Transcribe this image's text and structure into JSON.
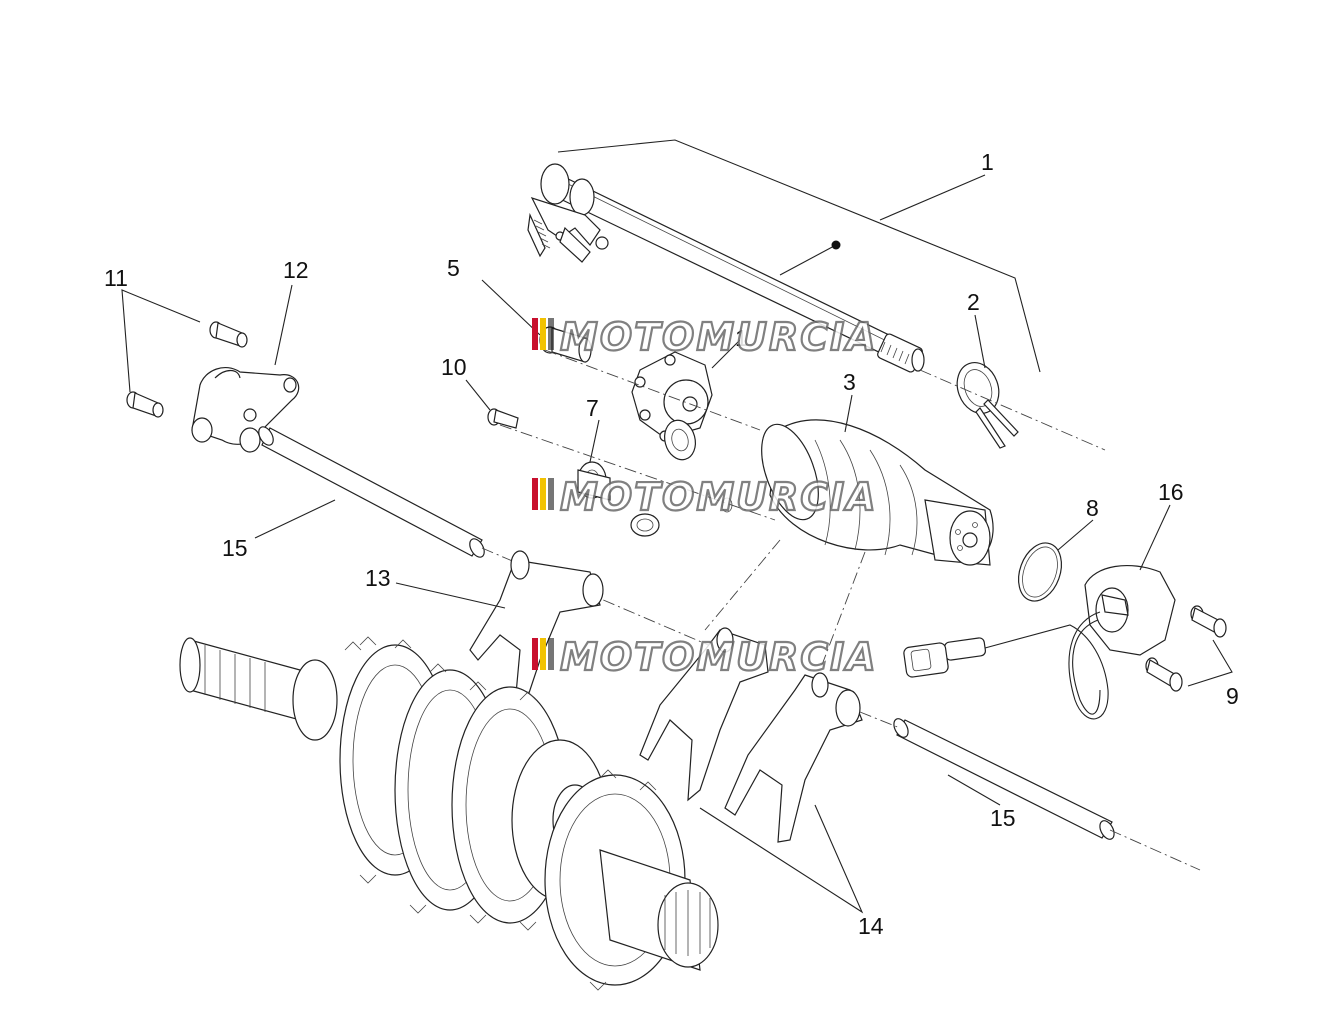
{
  "labels": {
    "l1": "1",
    "l2": "2",
    "l3": "3",
    "l5": "5",
    "l6": "1",
    "l7": "7",
    "l8": "8",
    "l9": "9",
    "l10": "10",
    "l11": "11",
    "l12": "12",
    "l13": "13",
    "l14": "14",
    "l15a": "15",
    "l15b": "15",
    "l16": "16"
  },
  "watermark": {
    "text": "MOTOMURCIA",
    "colors": [
      "#c8102e",
      "#f2c200",
      "#1a1a1a"
    ]
  }
}
